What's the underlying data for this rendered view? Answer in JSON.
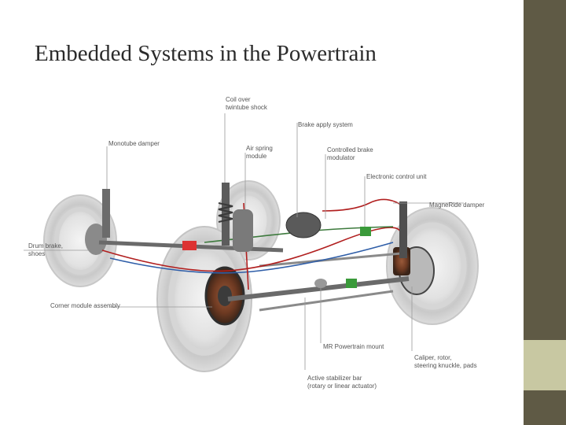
{
  "slide": {
    "title": "Embedded Systems in the Powertrain",
    "colors": {
      "sidebar": "#5f5a45",
      "accent": "#c8c8a2",
      "title": "#2b2b2b"
    }
  },
  "diagram": {
    "labels": {
      "coilover": "Coil over\ntwintube shock",
      "brake_apply": "Brake apply system",
      "monotube": "Monotube damper",
      "airspring": "Air spring\nmodule",
      "controlled_brake": "Controlled brake\nmodulator",
      "ecu": "Electronic control unit",
      "magneride": "MagneRide damper",
      "drum_brake": "Drum brake,\nshoes",
      "corner_module": "Corner module assembly",
      "mr_mount": "MR Powertrain mount",
      "caliper": "Caliper, rotor,\nsteering knuckle, pads",
      "stabilizer": "Active stabilizer bar\n(rotary or linear actuator)"
    }
  }
}
